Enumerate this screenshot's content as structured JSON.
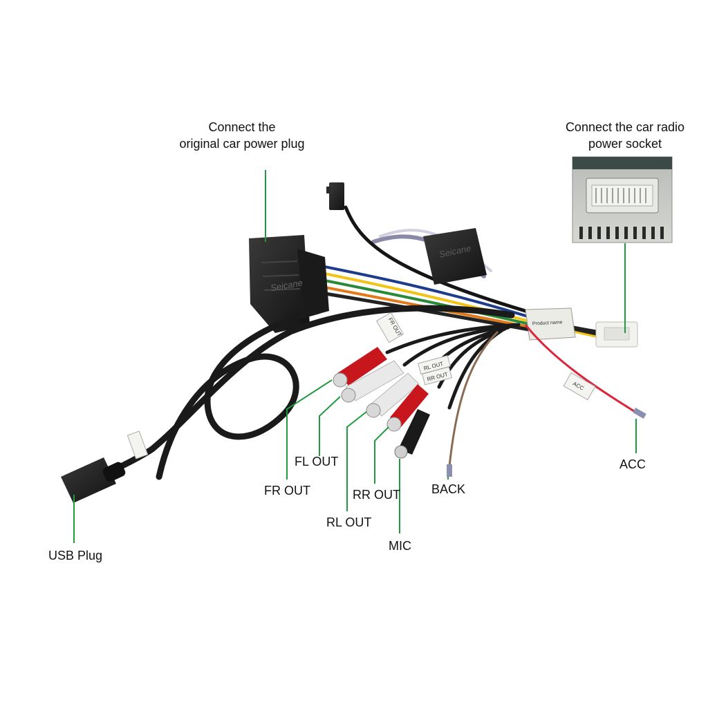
{
  "labels": {
    "power_plug": [
      "Connect the",
      "original car power plug"
    ],
    "radio_socket": [
      "Connect the car radio",
      "power socket"
    ],
    "fl_out": "FL OUT",
    "fr_out": "FR OUT",
    "rl_out": "RL OUT",
    "rr_out": "RR OUT",
    "back": "BACK",
    "mic": "MIC",
    "acc": "ACC",
    "usb_plug": "USB Plug"
  },
  "product_text": {
    "brand": "Seicane",
    "brand_box": "Seicane",
    "product_name": "Product name",
    "tag_fr": "FR OUT",
    "tag_rl": "RL OUT",
    "tag_rr": "RR OUT",
    "tag_acc": "ACC"
  },
  "colors": {
    "leader": "#1f9a3c",
    "plug_black": "#1c1c1c",
    "rca_red": "#c8161d",
    "rca_white": "#e9e9e9",
    "acc_wire": "#d9263a",
    "back_wire": "#8a6a52",
    "socket_panel": "#c9ccc8"
  }
}
